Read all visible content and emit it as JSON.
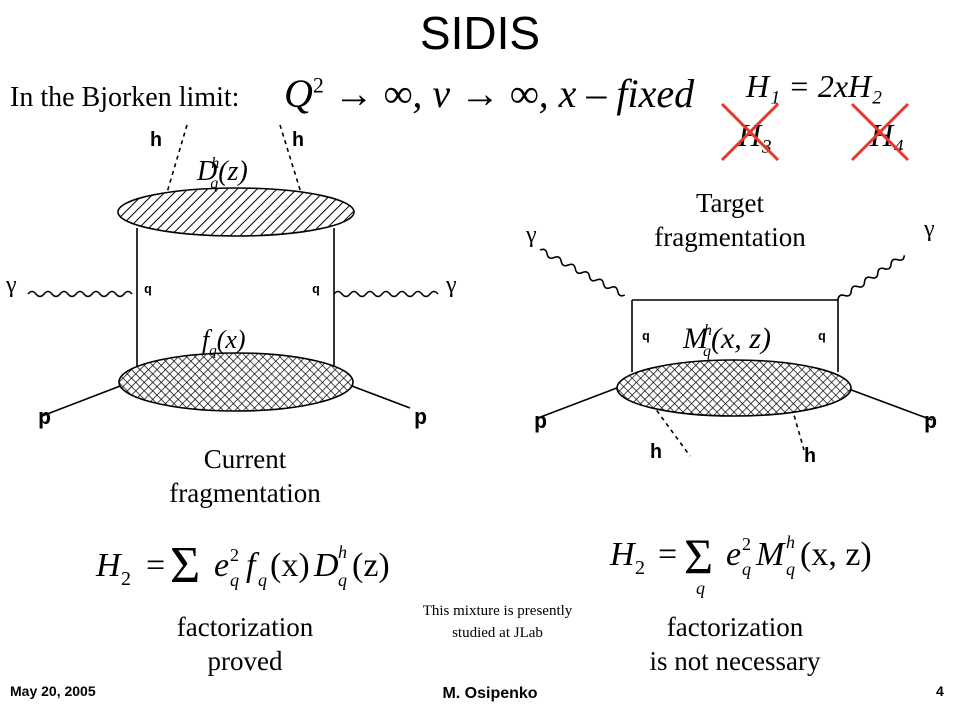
{
  "slide": {
    "title": "SIDIS",
    "bjorken_label": "In the Bjorken limit:",
    "bjorken_formula": {
      "q": "Q",
      "q_exp": "2",
      "rest": " → ∞, ν → ∞, x – fixed"
    },
    "h1_relation": "H₁ = 2xH₂",
    "crossed_out": [
      "H₃",
      "H₄"
    ],
    "cross_color": "#e8372c",
    "current": {
      "caption_line1": "Current",
      "caption_line2": "fragmentation",
      "labels": {
        "h_left": "h",
        "h_right": "h",
        "q_left": "q",
        "q_right": "q",
        "gamma_left": "γ",
        "gamma_right": "γ",
        "p_left": "p",
        "p_right": "p"
      },
      "fragmentation_function": {
        "base": "D",
        "sub": "q",
        "sup": "h",
        "arg": "(z)"
      },
      "distribution_function": {
        "base": "f",
        "sub": "q",
        "arg": "(x)"
      },
      "formula": {
        "lhs": "H",
        "lhs_sub": "2",
        "eq": "=",
        "sum": "Σ",
        "e": "e",
        "e_sub": "q",
        "e_sup": "2",
        "f": "f",
        "f_sub": "q",
        "f_arg": "(x)",
        "d": "D",
        "d_sub": "q",
        "d_sup": "h",
        "d_arg": "(z)"
      },
      "factorization_line1": "factorization",
      "factorization_line2": "proved"
    },
    "target": {
      "caption_line1": "Target",
      "caption_line2": "fragmentation",
      "labels": {
        "gamma_left": "γ",
        "gamma_right": "γ",
        "q_left": "q",
        "q_right": "q",
        "p_left": "p",
        "p_right": "p",
        "h_left": "h",
        "h_right": "h"
      },
      "fracture_function": {
        "base": "M",
        "sub": "q",
        "sup": "h",
        "arg": "(x, z)"
      },
      "formula": {
        "lhs": "H",
        "lhs_sub": "2",
        "eq": "=",
        "sum": "Σ",
        "sum_sub": "q",
        "e": "e",
        "e_sub": "q",
        "e_sup": "2",
        "m": "M",
        "m_sub": "q",
        "m_sup": "h",
        "m_arg": "(x, z)"
      },
      "factorization_line1": "factorization",
      "factorization_line2": "is not necessary"
    },
    "note_line1": "This mixture is presently",
    "note_line2": "studied at JLab",
    "footer": {
      "date": "May 20, 2005",
      "author": "M. Osipenko",
      "page": "4"
    }
  }
}
